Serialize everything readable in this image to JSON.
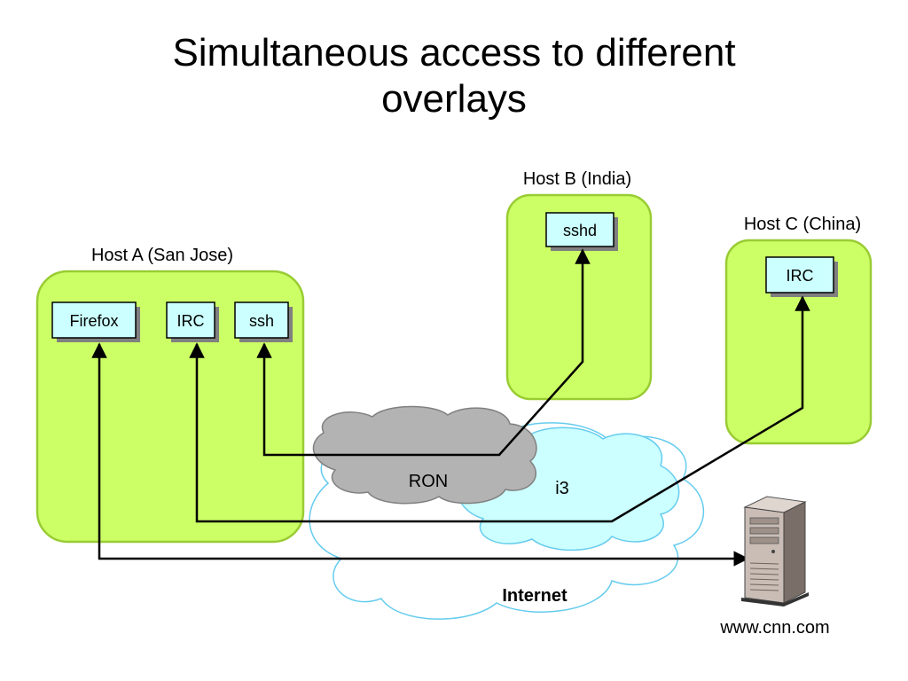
{
  "slide": {
    "title_line1": "Simultaneous access to different",
    "title_line2": "overlays"
  },
  "hosts": {
    "a": {
      "label": "Host A (San Jose)",
      "apps": [
        "Firefox",
        "IRC",
        "ssh"
      ]
    },
    "b": {
      "label": "Host B (India)",
      "apps": [
        "sshd"
      ]
    },
    "c": {
      "label": "Host C (China)",
      "apps": [
        "IRC"
      ]
    }
  },
  "networks": {
    "internet": "Internet",
    "i3": "i3",
    "ron": "RON"
  },
  "server": {
    "label": "www.cnn.com",
    "icon": "server-tower-icon"
  },
  "colors": {
    "host_fill": "#ccff66",
    "host_stroke": "#99cc33",
    "app_fill": "#ccffff",
    "i3_fill": "#ccffff",
    "ron_fill": "#b3b3b3",
    "internet_stroke": "#66ccee"
  }
}
